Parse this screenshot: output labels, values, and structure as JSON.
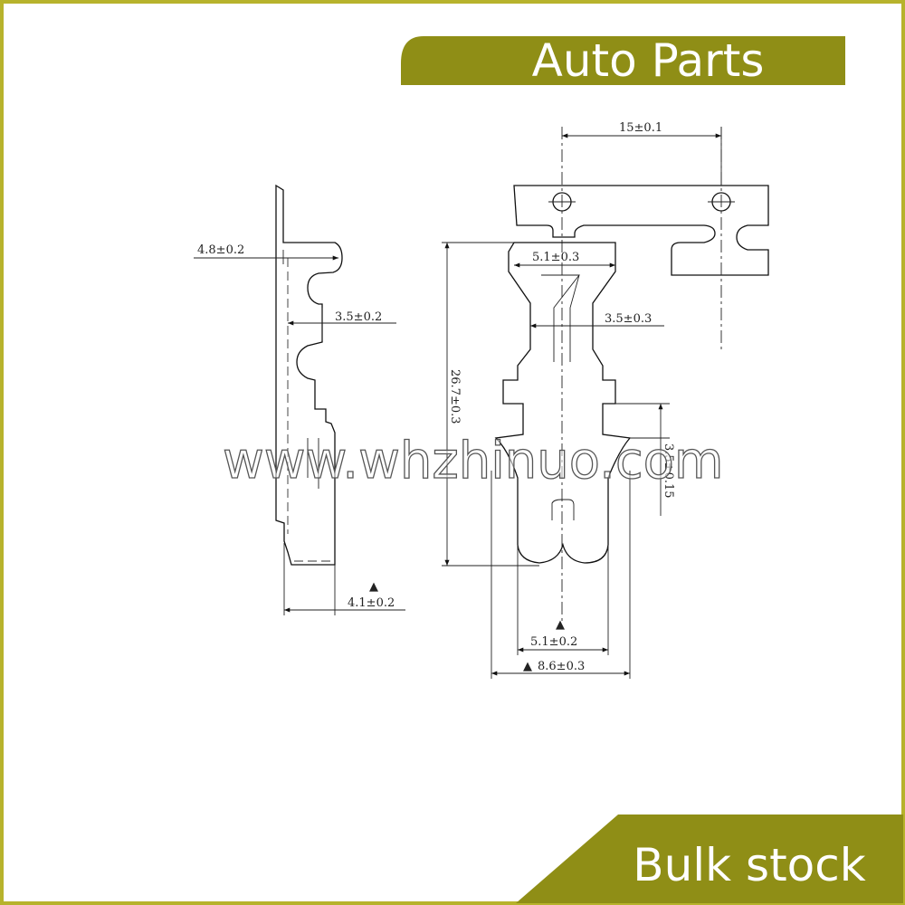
{
  "banner": {
    "top_label": "Auto Parts",
    "bottom_label": "Bulk stock",
    "color": "#8f8e16"
  },
  "frame_color": "#b7b32c",
  "watermark": "www.whzhinuo.com",
  "side_view": {
    "dims": [
      "4.8±0.2",
      "3.5±0.2",
      "4.1±0.2"
    ]
  },
  "front_view": {
    "dims": [
      "15±0.1",
      "5.1±0.3",
      "3.5±0.3",
      "26.7±0.3",
      "3.5±0.15",
      "5.1±0.2",
      "8.6±0.3"
    ],
    "marker": "▲"
  }
}
